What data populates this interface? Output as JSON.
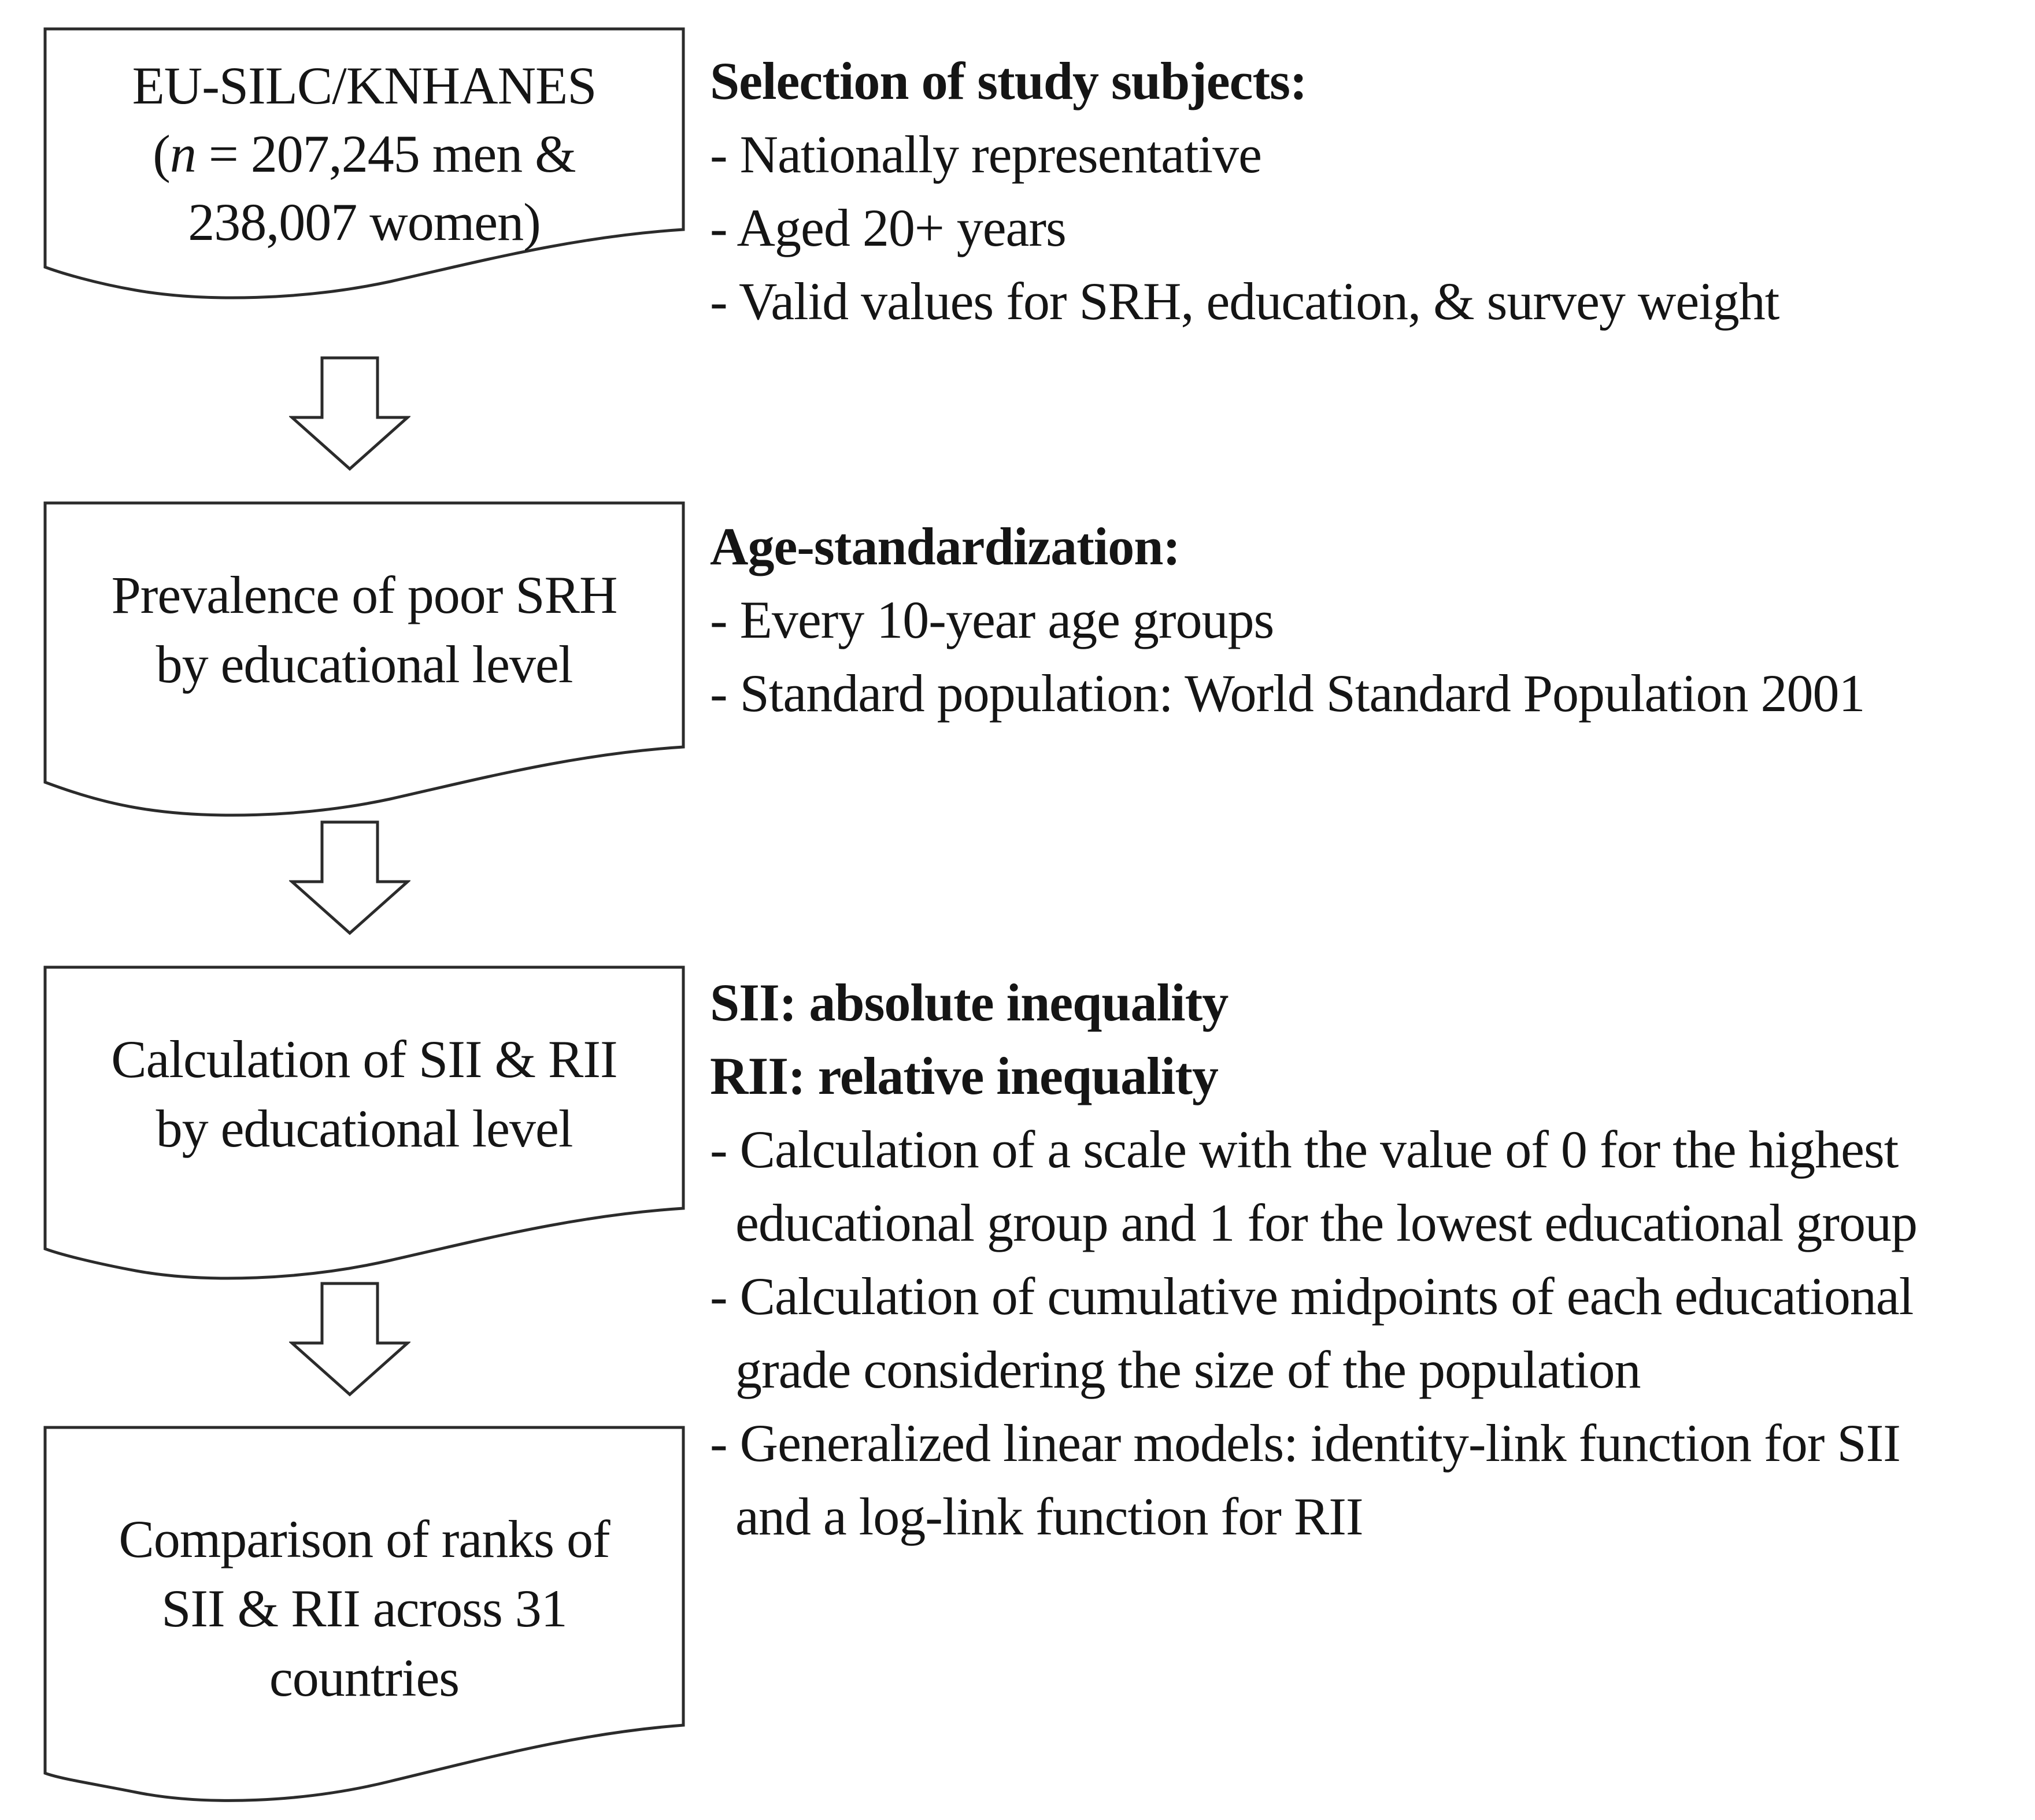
{
  "colors": {
    "ink": "#2b2b2b",
    "text": "#151515",
    "paper": "#ffffff"
  },
  "boxes": {
    "box1": {
      "line1": "EU-SILC/KNHANES",
      "line2_open": "(",
      "line2_n": "n",
      "line2_rest": " = 207,245 men &",
      "line3": "238,007 women)"
    },
    "box2": {
      "line1": "Prevalence of poor SRH",
      "line2": "by educational level"
    },
    "box3": {
      "line1": "Calculation of SII & RII",
      "line2": "by educational level"
    },
    "box4": {
      "line1": "Comparison of ranks of",
      "line2": "SII & RII across 31",
      "line3": "countries"
    }
  },
  "annotations": {
    "block1": {
      "lines": [
        "Selection of study subjects:",
        "- Nationally representative",
        "- Aged 20+ years",
        "- Valid values for SRH, education, & survey weight"
      ]
    },
    "block2": {
      "lines": [
        "Age-standardization:",
        "- Every 10-year age groups",
        "- Standard population: World Standard Population 2001"
      ]
    },
    "block3": {
      "lines": [
        "SII: absolute inequality",
        "RII: relative inequality",
        "- Calculation of a scale with the value of 0 for the highest",
        "educational group and 1 for the lowest educational group",
        "- Calculation of cumulative midpoints of each educational",
        "grade considering the size of the population",
        "- Generalized linear models: identity-link function for SII",
        "and a log-link function for RII"
      ]
    }
  }
}
